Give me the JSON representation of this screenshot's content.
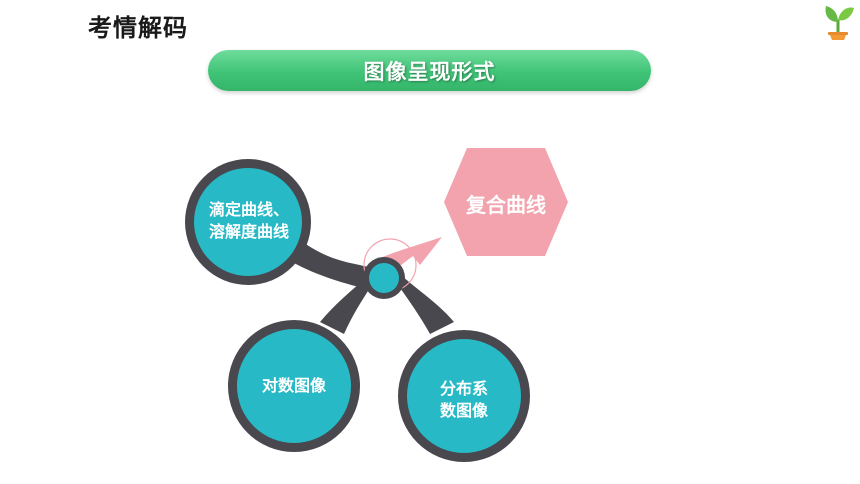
{
  "header": {
    "title": "考情解码"
  },
  "logo": {
    "icon": "sprout-logo-icon"
  },
  "banner": {
    "title": "图像呈现形式"
  },
  "diagram": {
    "nodes": [
      {
        "id": "titration",
        "line1": "滴定曲线、",
        "line2": "溶解度曲线"
      },
      {
        "id": "log",
        "line1": "对数图像"
      },
      {
        "id": "distribution",
        "line1": "分布系",
        "line2": "数图像"
      }
    ],
    "hexagon": {
      "label": "复合曲线"
    }
  },
  "colors": {
    "circle_fill": "#27b9c5",
    "ring": "#48484e",
    "hexagon": "#f2a3ad",
    "banner": "#3fc477"
  }
}
